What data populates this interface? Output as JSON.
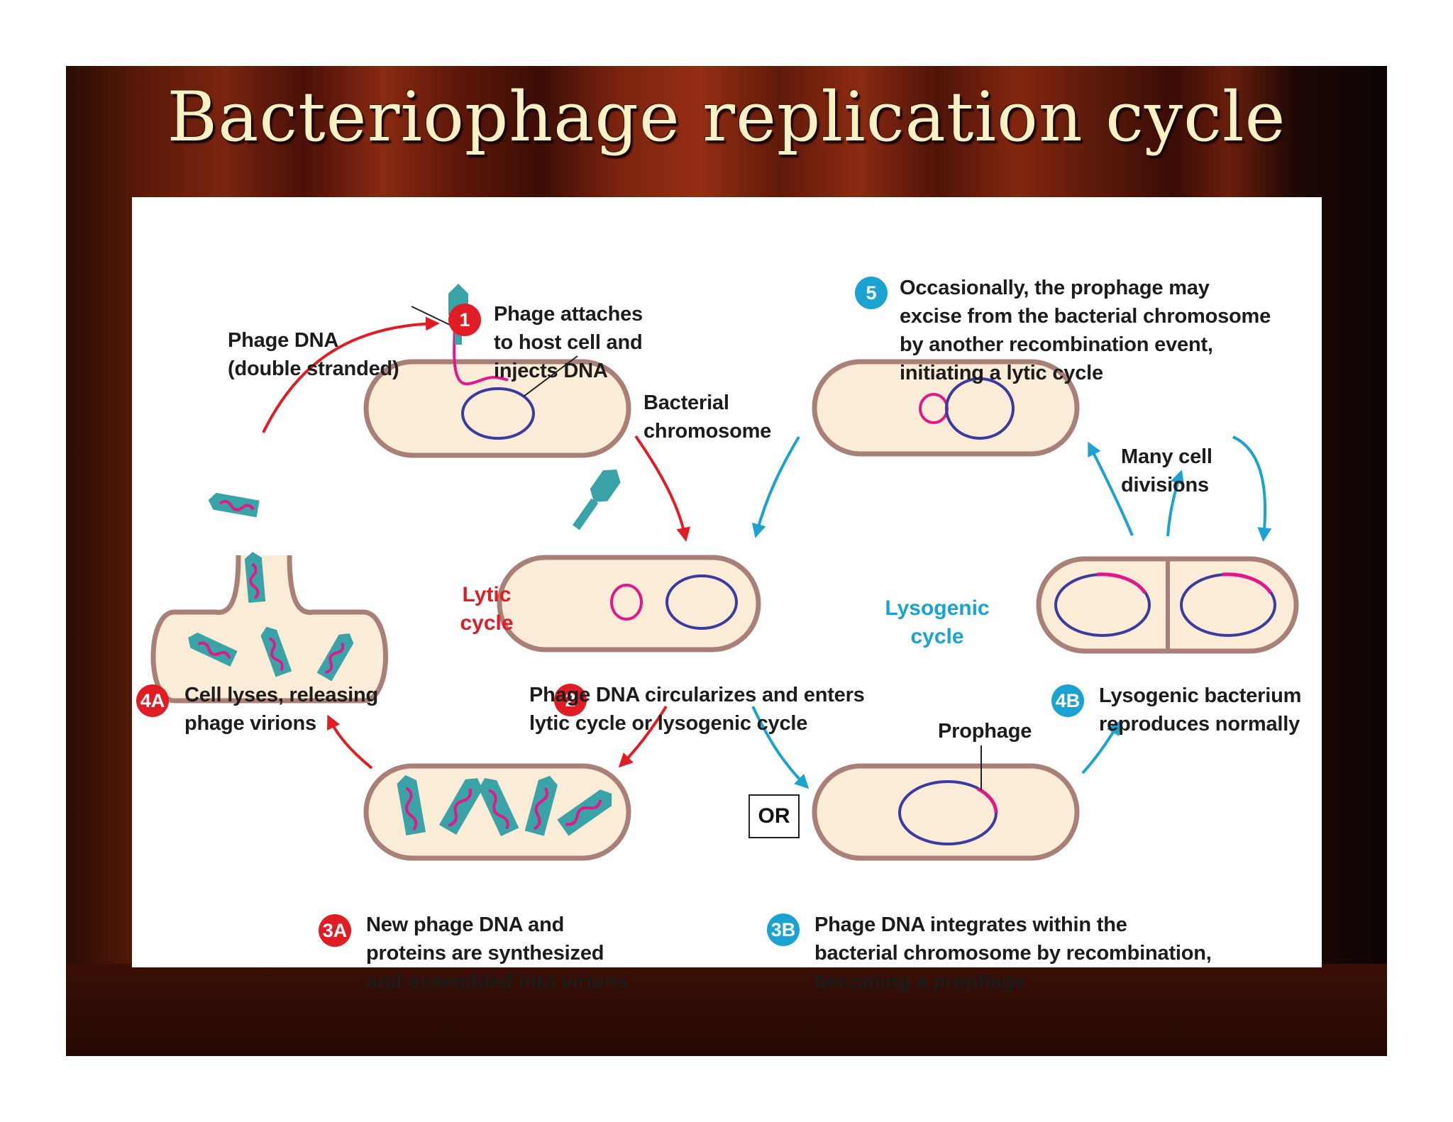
{
  "title": "Bacteriophage replication cycle",
  "colors": {
    "lytic": "#e01c24",
    "lysogenic": "#1aa3d0",
    "phage_dna": "#e0188c",
    "bacterial_chromosome": "#3a3aa0",
    "cell_fill": "#fbecd8",
    "cell_outline": "#a88078",
    "phage_body": "#3aa3a8"
  },
  "labels": {
    "phage_dna": "Phage DNA\n(double stranded)",
    "bacterial_chromosome": "Bacterial\nchromosome",
    "many_cell_divisions": "Many cell\ndivisions",
    "prophage": "Prophage",
    "or": "OR"
  },
  "cycles": {
    "lytic": "Lytic\ncycle",
    "lysogenic": "Lysogenic\ncycle"
  },
  "steps": {
    "s1": {
      "badge": "1",
      "text": "Phage attaches\nto host cell and\ninjects DNA"
    },
    "s2": {
      "badge": "2",
      "text": "Phage DNA circularizes and enters\nlytic cycle or lysogenic cycle"
    },
    "s3a": {
      "badge": "3A",
      "text": "New phage DNA and\nproteins are synthesized\nand assembled into virions"
    },
    "s3b": {
      "badge": "3B",
      "text": "Phage DNA integrates within the\nbacterial chromosome by recombination,\nbecoming a prophage"
    },
    "s4a": {
      "badge": "4A",
      "text": "Cell lyses, releasing\nphage virions"
    },
    "s4b": {
      "badge": "4B",
      "text": "Lysogenic bacterium\nreproduces normally"
    },
    "s5": {
      "badge": "5",
      "text": "Occasionally, the prophage may\nexcise from the bacterial chromosome\nby another recombination event,\ninitiating a lytic cycle"
    }
  }
}
